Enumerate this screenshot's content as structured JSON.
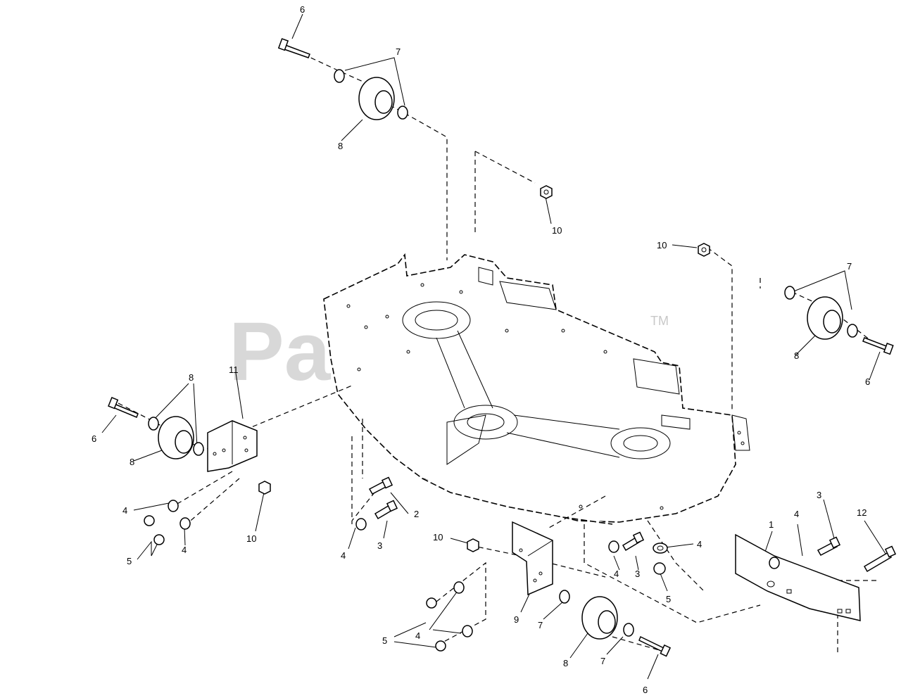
{
  "watermark": {
    "brand": "PartsTree",
    "trademark": "TM"
  },
  "callouts": [
    {
      "id": "c1",
      "text": "6"
    },
    {
      "id": "c2",
      "text": "7"
    },
    {
      "id": "c3",
      "text": "8"
    },
    {
      "id": "c4",
      "text": "10"
    },
    {
      "id": "c5",
      "text": "10"
    },
    {
      "id": "c6",
      "text": "7"
    },
    {
      "id": "c7",
      "text": "8"
    },
    {
      "id": "c8",
      "text": "6"
    },
    {
      "id": "c9",
      "text": "11"
    },
    {
      "id": "c10",
      "text": "8"
    },
    {
      "id": "c11",
      "text": "6"
    },
    {
      "id": "c12",
      "text": "8"
    },
    {
      "id": "c13",
      "text": "4"
    },
    {
      "id": "c14",
      "text": "5"
    },
    {
      "id": "c15",
      "text": "4"
    },
    {
      "id": "c16",
      "text": "10"
    },
    {
      "id": "c17",
      "text": "2"
    },
    {
      "id": "c18",
      "text": "4"
    },
    {
      "id": "c19",
      "text": "3"
    },
    {
      "id": "c20",
      "text": "10"
    },
    {
      "id": "c21",
      "text": "9"
    },
    {
      "id": "c22",
      "text": "5"
    },
    {
      "id": "c23",
      "text": "4"
    },
    {
      "id": "c24",
      "text": "7"
    },
    {
      "id": "c25",
      "text": "8"
    },
    {
      "id": "c26",
      "text": "7"
    },
    {
      "id": "c27",
      "text": "6"
    },
    {
      "id": "c28",
      "text": "4"
    },
    {
      "id": "c29",
      "text": "3"
    },
    {
      "id": "c30",
      "text": "4"
    },
    {
      "id": "c31",
      "text": "5"
    },
    {
      "id": "c32",
      "text": "1"
    },
    {
      "id": "c33",
      "text": "4"
    },
    {
      "id": "c34",
      "text": "3"
    },
    {
      "id": "c35",
      "text": "12"
    }
  ]
}
